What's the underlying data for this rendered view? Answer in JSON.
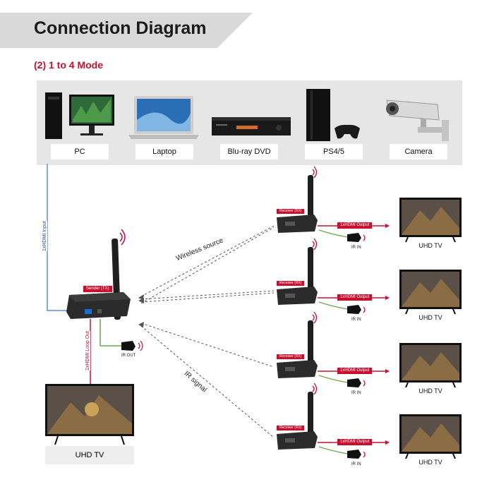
{
  "header": {
    "title": "Connection Diagram",
    "mode": "(2) 1 to 4 Mode"
  },
  "sources": [
    {
      "label": "PC",
      "icon": "pc-icon"
    },
    {
      "label": "Laptop",
      "icon": "laptop-icon"
    },
    {
      "label": "Blu-ray DVD",
      "icon": "bluray-player-icon"
    },
    {
      "label": "PS4/5",
      "icon": "game-console-icon"
    },
    {
      "label": "Camera",
      "icon": "cctv-camera-icon"
    }
  ],
  "links": {
    "hdmi_input": "1xHDMI Input",
    "loop_out": "1xHDMI Loop Out",
    "ir_out": "IR OUT",
    "wireless": "Wireless source",
    "ir_signal": "IR signal"
  },
  "sender": {
    "label": "Sender (TX)"
  },
  "main_tv": {
    "label": "UHD TV"
  },
  "receivers": [
    {
      "badge": "Receiver (RX)",
      "output": "1xHDMI Output",
      "ir_in": "IR IN",
      "tv": "UHD TV"
    },
    {
      "badge": "Receiver (RX)",
      "output": "1xHDMI Output",
      "ir_in": "IR IN",
      "tv": "UHD TV"
    },
    {
      "badge": "Receiver (RX)",
      "output": "1xHDMI Output",
      "ir_in": "IR IN",
      "tv": "UHD TV"
    },
    {
      "badge": "Receiver (RX)",
      "output": "1xHDMI Output",
      "ir_in": "IR IN",
      "tv": "UHD TV"
    }
  ],
  "colors": {
    "accent_red": "#c8102e",
    "hdmi_blue": "#5b8fd6",
    "ir_green": "#6aa84f"
  }
}
